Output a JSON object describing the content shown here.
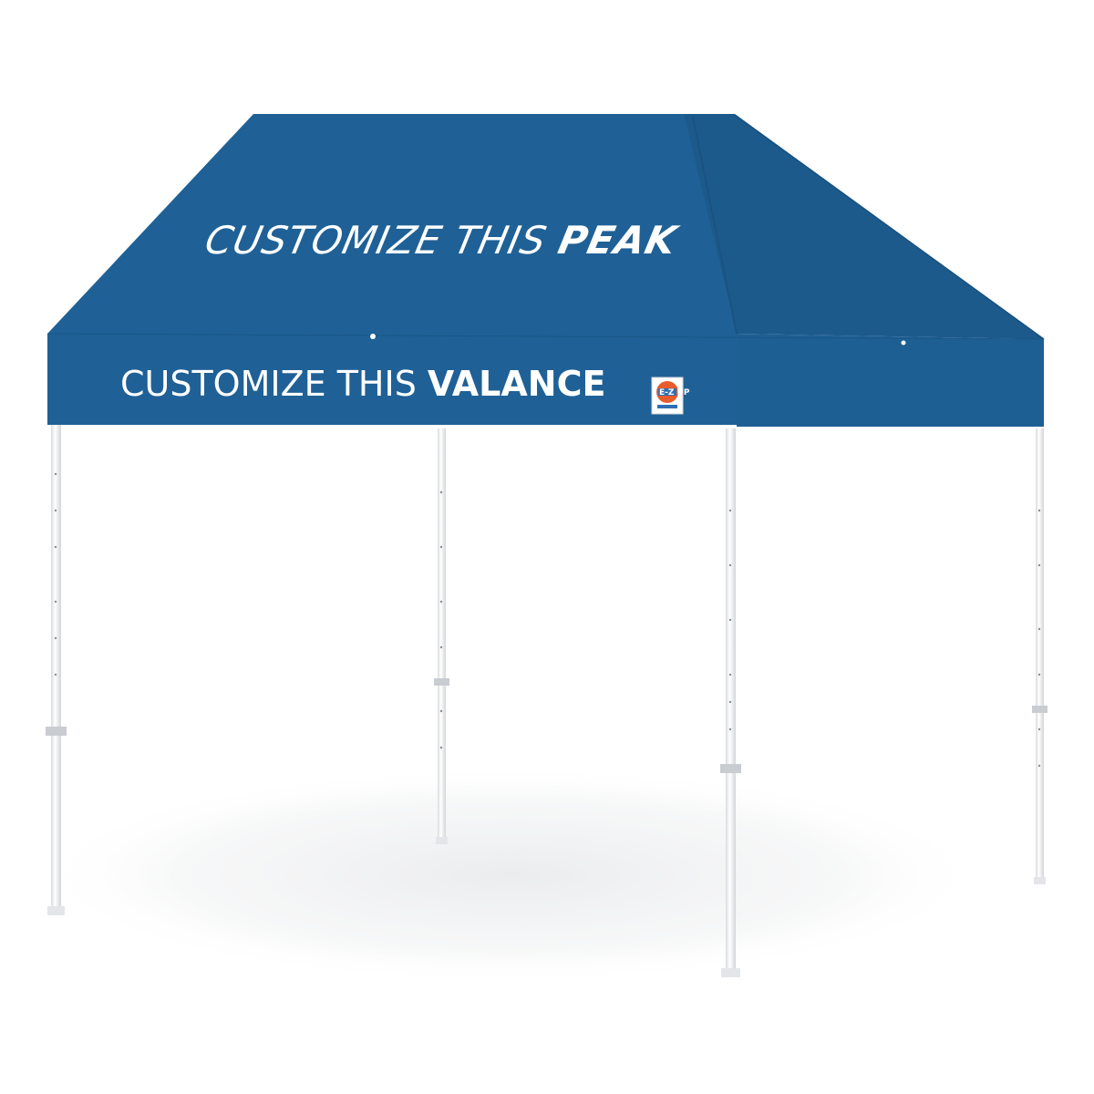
{
  "canopy": {
    "color": "#1f6196",
    "shade_color": "#1b5788",
    "peak_text_regular": "CUSTOMIZE THIS ",
    "peak_text_bold": "PEAK",
    "valance_text_regular": "CUSTOMIZE THIS ",
    "valance_text_bold": "VALANCE"
  },
  "logo": {
    "name": "ez-up-logo",
    "text": "E-Z UP"
  },
  "frame": {
    "color": "#f4f5f7",
    "bracket_color": "#c9ccd1"
  }
}
